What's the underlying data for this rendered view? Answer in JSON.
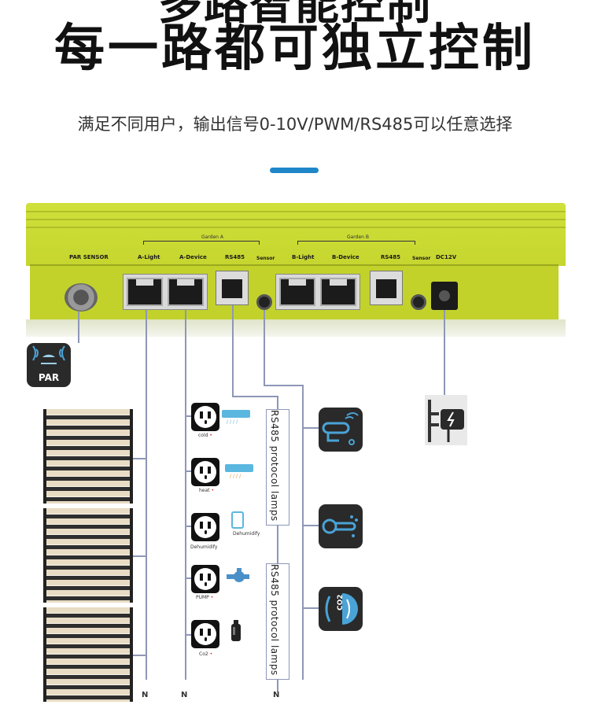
{
  "heading": {
    "clipped_line": "多路智能控制",
    "main_title": "每一路都可独立控制"
  },
  "subtitle": "满足不同用户，输出信号0-10V/PWM/RS485可以任意选择",
  "accent_color": "#1f86c8",
  "device": {
    "body_color": "#c6d62f",
    "groups": [
      {
        "label": "Garden A"
      },
      {
        "label": "Garden B"
      }
    ],
    "port_labels": {
      "par_sensor": "PAR SENSOR",
      "a_light": "A-Light",
      "a_device": "A-Device",
      "a_rs485": "RS485",
      "a_sensor": "Sensor",
      "b_light": "B-Light",
      "b_device": "B-Device",
      "b_rs485": "RS485",
      "b_sensor": "Sensor",
      "dc": "DC12V"
    }
  },
  "sensor_tiles": [
    {
      "label": "PAR",
      "icon": "par-sensor-icon"
    },
    {
      "label": "",
      "icon": "temperature-humidity-probe-icon"
    },
    {
      "label": "",
      "icon": "temperature-sensor-icon"
    },
    {
      "label": "CO2",
      "icon": "co2-sensor-icon"
    }
  ],
  "outlets": [
    {
      "label": "cold",
      "icon": "air-conditioner-icon"
    },
    {
      "label": "heat",
      "icon": "heater-icon"
    },
    {
      "label": "Dehumidify",
      "icon": "dehumidifier-icon",
      "side_label": "Dehumidify"
    },
    {
      "label": "PUMP",
      "icon": "pump-icon"
    },
    {
      "label": "Co2",
      "icon": "co2-bottle-icon"
    }
  ],
  "protocol_boxes": [
    {
      "label": "RS485 protocol lamps"
    },
    {
      "label": "RS485 protocol lamps"
    }
  ],
  "n_labels": [
    "N",
    "N",
    "N"
  ],
  "power_adapter_icon": "power-adapter-icon",
  "wire_color": "#8e97b7"
}
